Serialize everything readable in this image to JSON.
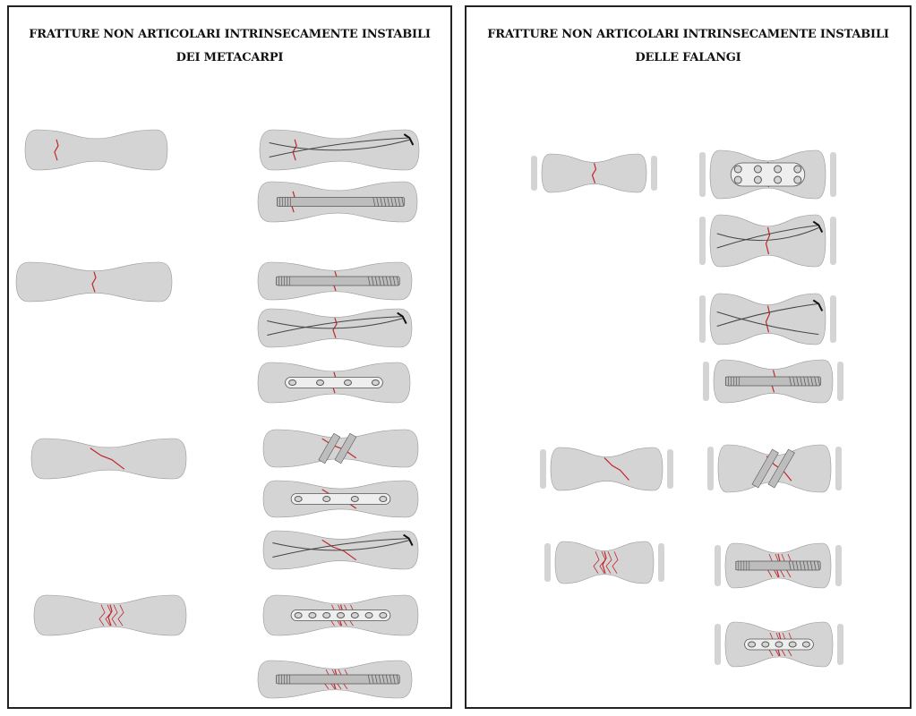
{
  "panels": [
    {
      "title_line1": "FRATTURE NON ARTICOLARI INTRINSECAMENTE INSTABILI",
      "title_line2": "DEI METACARPI"
    },
    {
      "title_line1": "FRATTURE NON ARTICOLARI INTRINSECAMENTE INSTABILI",
      "title_line2": "DELLE FALANGI"
    }
  ],
  "colors": {
    "bone": "#d4d4d4",
    "fracture": "#c0272d",
    "implant": "#bdbdbd",
    "outline": "#222222"
  }
}
